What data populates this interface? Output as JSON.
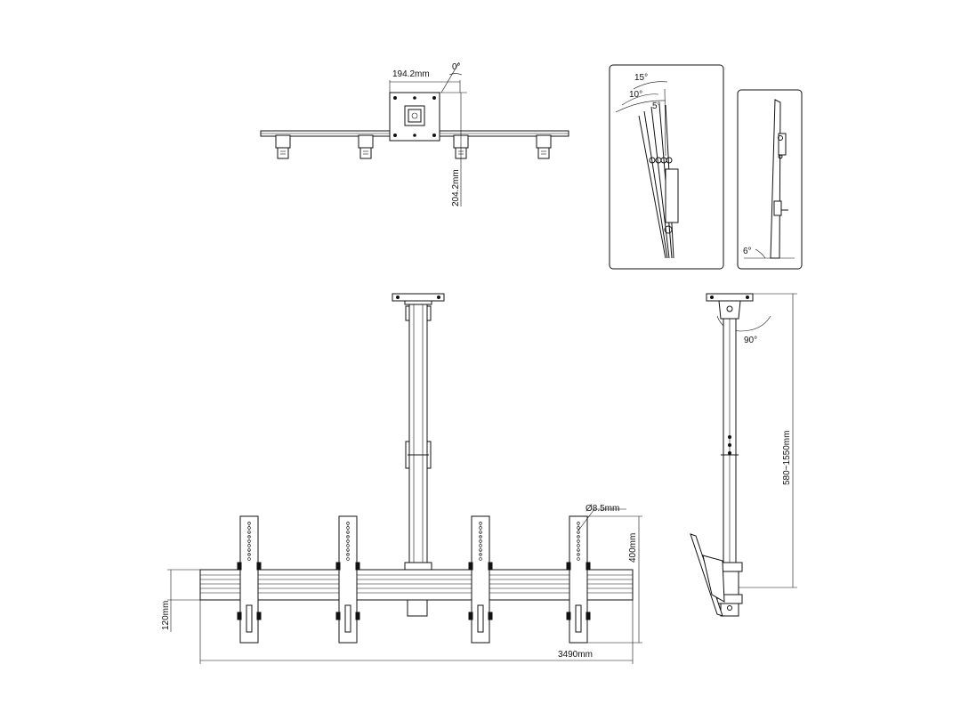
{
  "dimensions": {
    "plate_width": "194.2mm",
    "plate_height": "204.2mm",
    "rotate_angle": "0°",
    "tilt_15": "15°",
    "tilt_10": "10°",
    "tilt_5": "5°",
    "tilt_6": "6°",
    "diameter": "Ø8.5mm",
    "bracket_height": "400mm",
    "rail_height": "120mm",
    "total_width": "3490mm",
    "pole_range": "580~1550mm",
    "swivel_angle": "90°"
  }
}
